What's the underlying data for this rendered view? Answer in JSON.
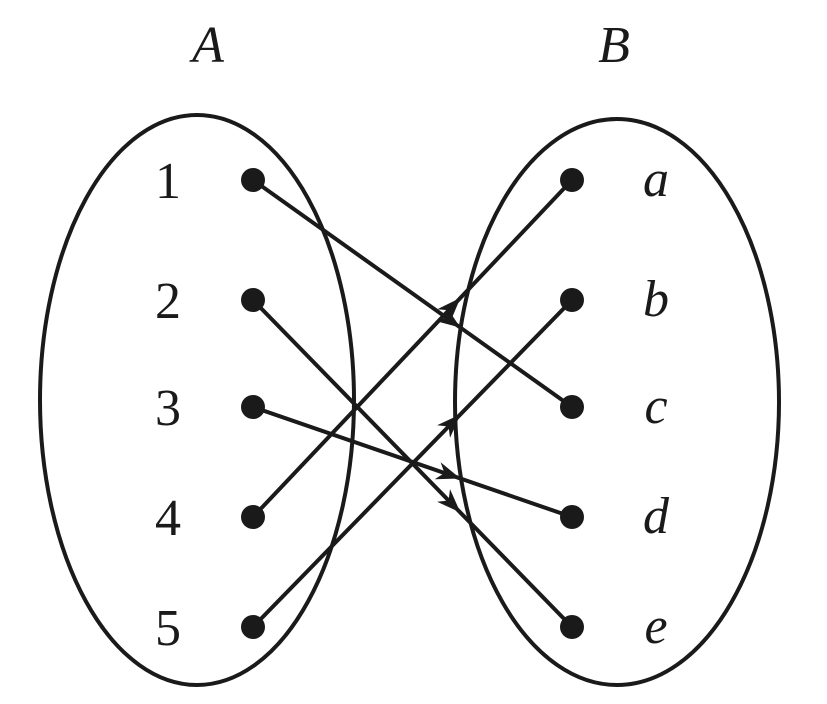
{
  "set_a": {
    "title": "A",
    "elements": [
      "1",
      "2",
      "3",
      "4",
      "5"
    ]
  },
  "set_b": {
    "title": "B",
    "elements": [
      "a",
      "b",
      "c",
      "d",
      "e"
    ]
  },
  "mappings": [
    {
      "from": "1",
      "to": "c"
    },
    {
      "from": "2",
      "to": "e"
    },
    {
      "from": "3",
      "to": "d"
    },
    {
      "from": "4",
      "to": "a"
    },
    {
      "from": "5",
      "to": "b"
    }
  ]
}
